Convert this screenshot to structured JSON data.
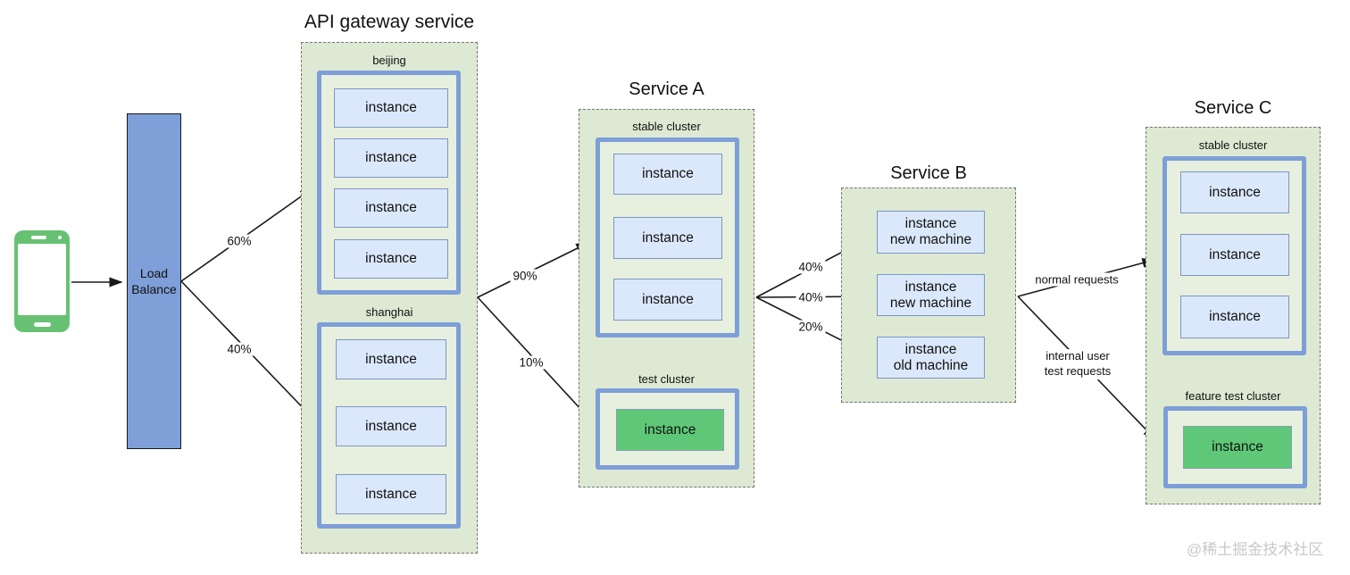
{
  "client": {
    "icon": "smartphone-icon"
  },
  "load_balancer": {
    "label": "Load Balance"
  },
  "gateway": {
    "title": "API gateway service",
    "clusters": [
      {
        "name": "beijing",
        "instances": [
          "instance",
          "instance",
          "instance",
          "instance"
        ]
      },
      {
        "name": "shanghai",
        "instances": [
          "instance",
          "instance",
          "instance"
        ]
      }
    ]
  },
  "service_a": {
    "title": "Service A",
    "stable_cluster": {
      "name": "stable cluster",
      "instances": [
        "instance",
        "instance",
        "instance"
      ]
    },
    "test_cluster": {
      "name": "test cluster",
      "instances": [
        "instance"
      ]
    }
  },
  "service_b": {
    "title": "Service B",
    "instances": [
      {
        "line1": "instance",
        "line2": "new machine"
      },
      {
        "line1": "instance",
        "line2": "new machine"
      },
      {
        "line1": "instance",
        "line2": "old machine"
      }
    ]
  },
  "service_c": {
    "title": "Service C",
    "stable_cluster": {
      "name": "stable cluster",
      "instances": [
        "instance",
        "instance",
        "instance"
      ]
    },
    "feature_test_cluster": {
      "name": "feature test cluster",
      "instances": [
        "instance"
      ]
    }
  },
  "edges": {
    "lb_to_beijing": "60%",
    "lb_to_shanghai": "40%",
    "gateway_to_stable": "90%",
    "gateway_to_test": "10%",
    "a_to_b_new1": "40%",
    "a_to_b_new2": "40%",
    "a_to_b_old": "20%",
    "b_to_c_normal": "normal requests",
    "b_to_c_internal": {
      "line1": "internal user",
      "line2": "test requests"
    }
  },
  "colors": {
    "container_fill": "#dde9d3",
    "cluster_frame_border": "#7d9ed7",
    "cluster_frame_fill": "#e7efde",
    "instance_fill": "#dbe8fb",
    "instance_border": "#7b96c4",
    "test_instance_fill": "#5fc878",
    "load_balancer_fill": "#7f9fd8",
    "phone_green": "#67c173",
    "arrow": "#1a1a1a",
    "watermark": "#c9c9c9"
  },
  "watermark": "@稀土掘金技术社区"
}
